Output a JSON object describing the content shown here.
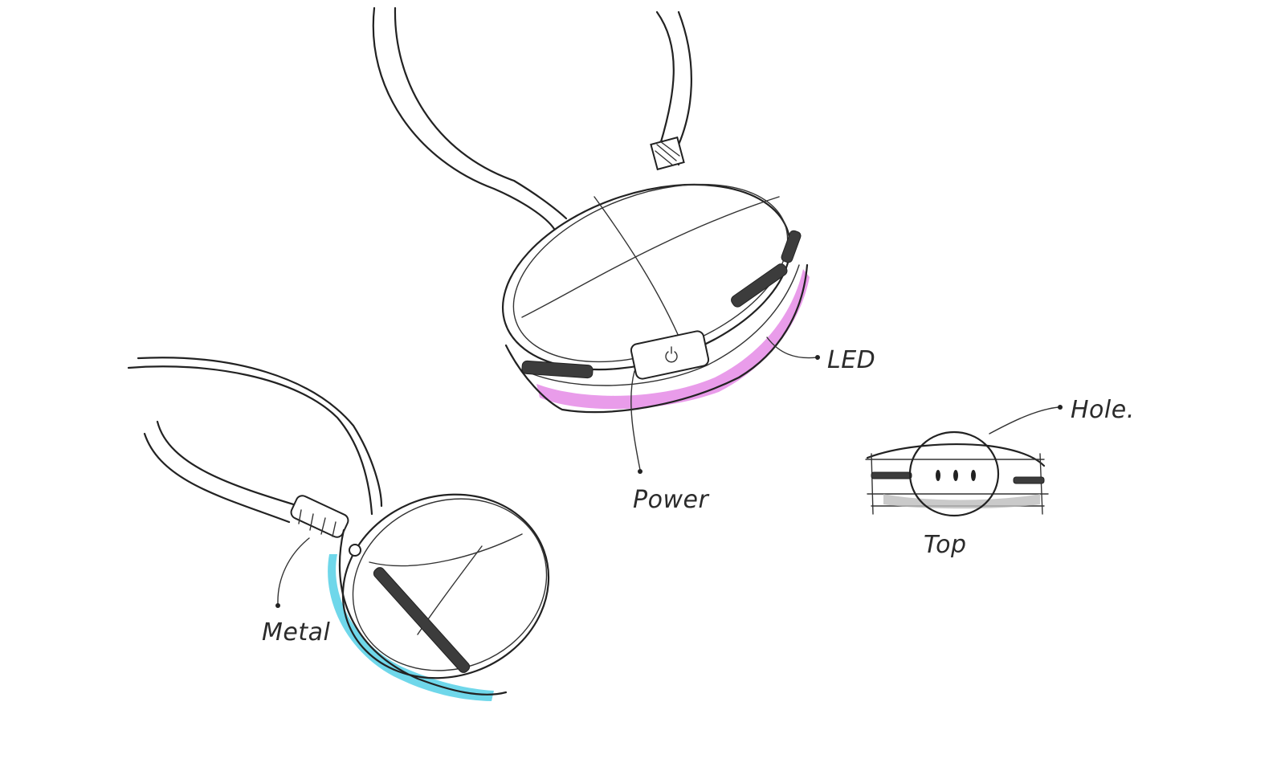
{
  "labels": {
    "led": "LED",
    "power": "Power",
    "hole": "Hole.",
    "top": "Top",
    "metal": "Metal"
  },
  "colors": {
    "ink": "#222222",
    "led_pink": "#e58be6",
    "led_cyan": "#5fd3e8",
    "slot_dark": "#3c3c3c",
    "paper": "#ffffff"
  }
}
